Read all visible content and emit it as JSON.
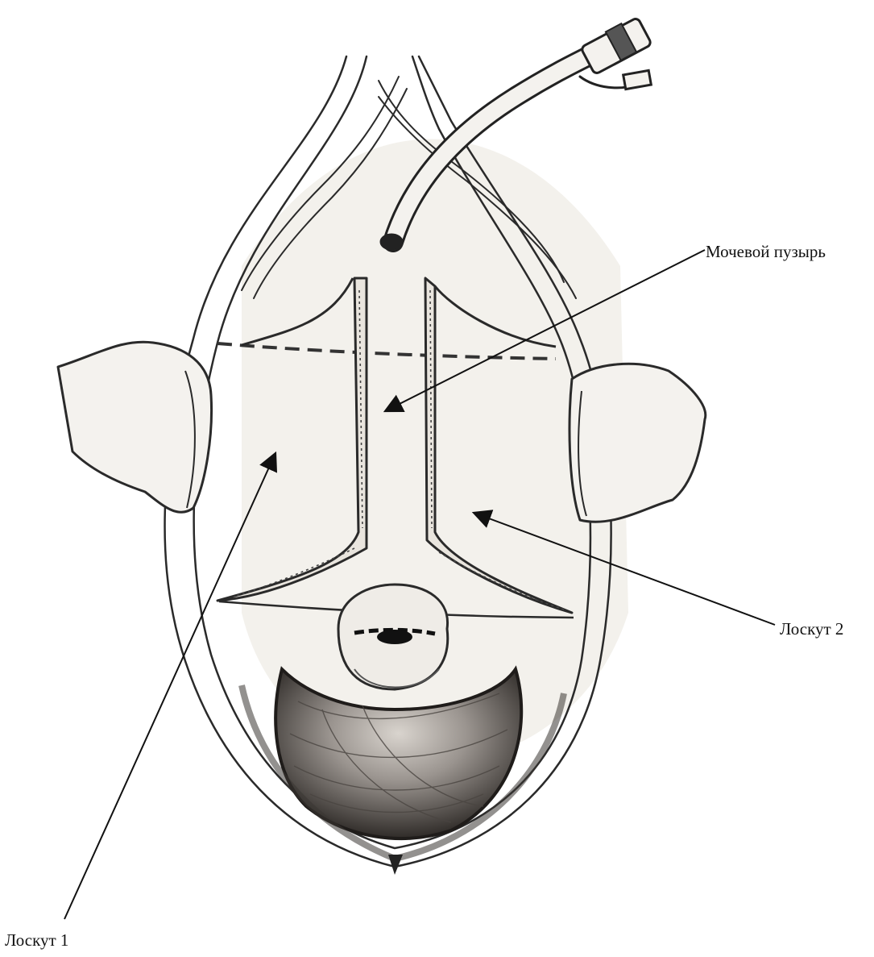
{
  "labels": {
    "bladder": "Мочевой пузырь",
    "flap1": "Лоскут 1",
    "flap2": "Лоскут 2"
  },
  "colors": {
    "ink": "#1a1a1a",
    "field": "#f1efea",
    "flap_shade": "#ebe8e1",
    "dome_dark": "#3a3633",
    "dome_mid": "#7a7470",
    "dome_light": "#bdb8b2"
  }
}
